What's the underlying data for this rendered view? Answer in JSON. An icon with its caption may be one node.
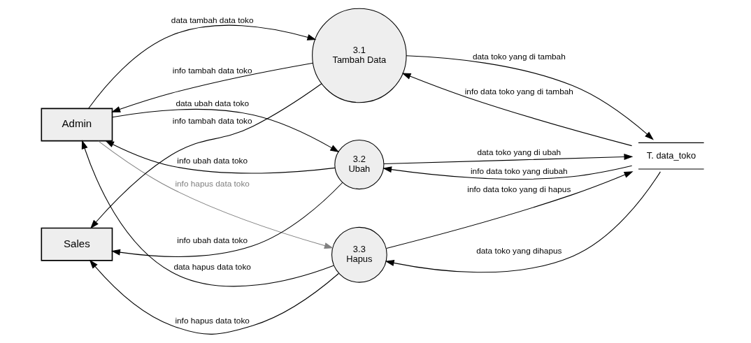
{
  "diagram": {
    "nodes": [
      {
        "text": [
          "Sales"
        ]
      },
      {
        "text": [
          "Admin"
        ]
      },
      {
        "text": [
          "3.1",
          "Tambah Data"
        ]
      },
      {
        "text": [
          "3.2",
          "Ubah"
        ]
      },
      {
        "text": [
          "3.3",
          "Hapus"
        ]
      },
      {
        "text": [
          "T. data_toko"
        ]
      }
    ],
    "edges": [
      {
        "from": 2,
        "to": 0,
        "arrow": "to",
        "label": "info tambah data toko"
      },
      {
        "from": 2,
        "to": 5,
        "arrow": "to",
        "label": "data toko yang di tambah"
      },
      {
        "from": 1,
        "to": 2,
        "arrow": "to",
        "label": "data tambah data toko"
      },
      {
        "from": 5,
        "to": 2,
        "arrow": "to",
        "label": "info data toko yang di tambah"
      },
      {
        "from": 2,
        "to": 1,
        "arrow": "to",
        "label": "info tambah data toko"
      },
      {
        "from": 1,
        "to": 3,
        "arrow": "to",
        "label": "data ubah data toko"
      },
      {
        "from": 3,
        "to": 1,
        "arrow": "to",
        "label": "info ubah data toko"
      },
      {
        "from": 3,
        "to": 5,
        "arrow": "to",
        "label": "data toko yang di ubah"
      },
      {
        "from": 5,
        "to": 3,
        "arrow": "to",
        "label": "info data toko yang diubah"
      },
      {
        "from": 3,
        "to": 0,
        "arrow": "to",
        "label": "info ubah data toko"
      },
      {
        "from": 4,
        "to": 1,
        "arrow": "to",
        "label": "data hapus data toko"
      },
      {
        "from": 1,
        "to": 4,
        "arrow": "to",
        "label": "info hapus data toko",
        "color": "#808080"
      },
      {
        "from": 5,
        "to": 4,
        "arrow": "to",
        "label": "data toko yang dihapus"
      },
      {
        "from": 4,
        "to": 0,
        "arrow": "to",
        "label": "info hapus data toko"
      },
      {
        "from": 4,
        "to": 5,
        "arrow": "to",
        "label": "info data toko yang di hapus"
      }
    ]
  }
}
